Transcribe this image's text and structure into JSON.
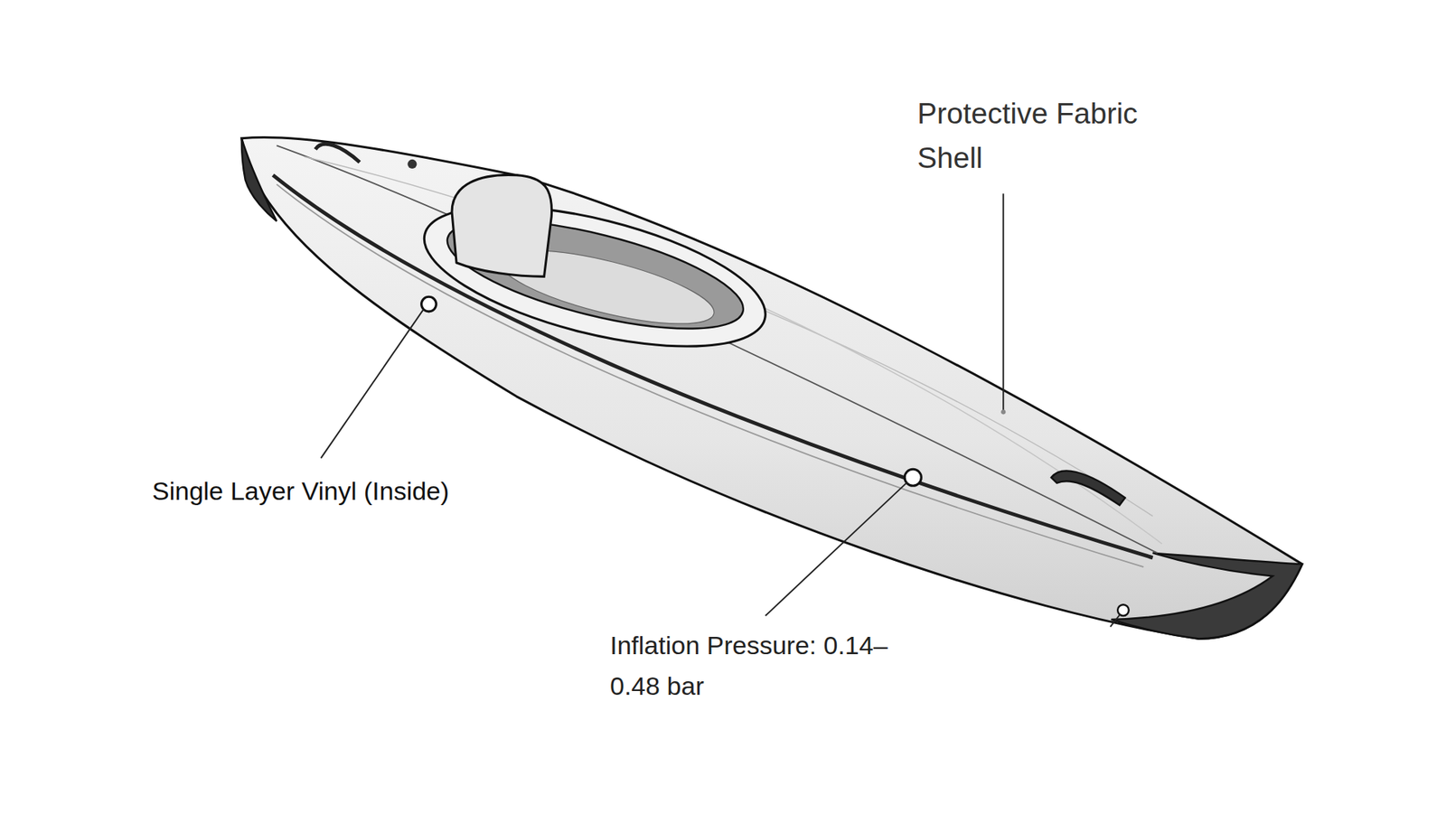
{
  "diagram": {
    "labels": [
      "Protective Fabric Shell",
      "Single Layer Vinyl (Inside)",
      "Inflation Pressure: 0.14–0.48 bar"
    ]
  }
}
